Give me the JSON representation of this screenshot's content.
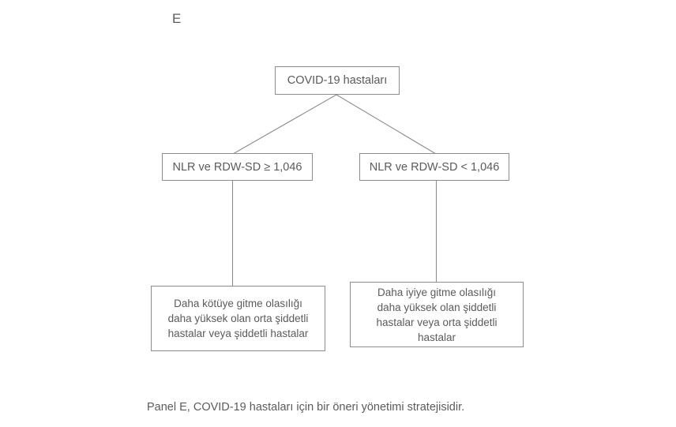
{
  "figure": {
    "panel_letter": "E",
    "caption": "Panel E, COVID-19 hastaları için bir öneri yönetimi stratejisidir.",
    "colors": {
      "border": "#8d8d8d",
      "text": "#5b5b5b",
      "connector": "#8d8d8d",
      "background": "#ffffff"
    }
  },
  "flowchart": {
    "type": "decision-tree",
    "root": {
      "id": "covid-patients",
      "label": "COVID-19 hastaları"
    },
    "branches": [
      {
        "id": "nlr-rdwsd-high",
        "label": "NLR ve RDW-SD ≥ 1,046",
        "outcome": {
          "id": "worse-prognosis",
          "label": "Daha kötüye gitme olasılığı\ndaha yüksek olan orta şiddetli\nhastalar veya şiddetli hastalar"
        }
      },
      {
        "id": "nlr-rdwsd-low",
        "label": "NLR ve RDW-SD < 1,046",
        "outcome": {
          "id": "better-prognosis",
          "label": "Daha iyiye gitme olasılığı\ndaha yüksek olan şiddetli\nhastalar veya orta şiddetli\nhastalar"
        }
      }
    ]
  }
}
